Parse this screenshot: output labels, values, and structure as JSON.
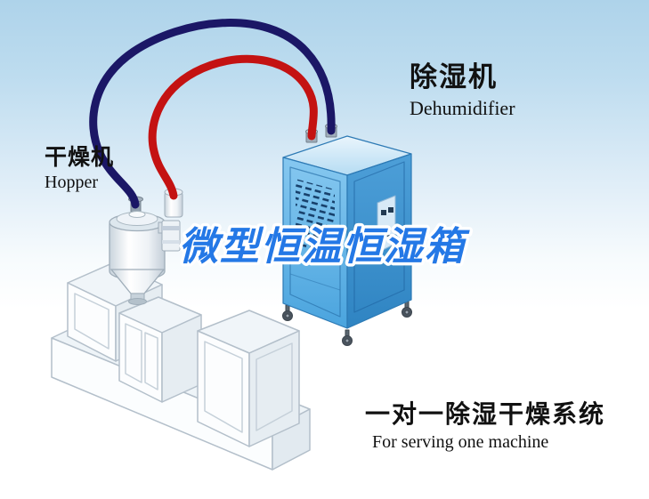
{
  "scene": {
    "background": {
      "sky": "#aed3ea",
      "ground": "#ffffff"
    },
    "watermark": {
      "text": "微型恒温恒湿箱",
      "fill": "#2478e6",
      "outline": "#ffffff"
    },
    "labels": {
      "hopper": {
        "cn": "干燥机",
        "en": "Hopper"
      },
      "dehumidifier": {
        "cn": "除湿机",
        "en": "Dehumidifier"
      },
      "system": {
        "cn": "一对一除湿干燥系统",
        "en": "For serving one machine"
      }
    },
    "pipes": {
      "return_air": {
        "name": "return-air-hose",
        "color": "#1b1766"
      },
      "supply_air": {
        "name": "supply-air-hose",
        "color": "#c41212"
      }
    },
    "cabinet": {
      "front": "#5fb5e9",
      "side": "#3a92cf",
      "top": "#d9ecf9"
    },
    "machine": {
      "body": "#fbfdfe",
      "shade": "#e6edf2",
      "edge": "#b3bfca"
    }
  }
}
